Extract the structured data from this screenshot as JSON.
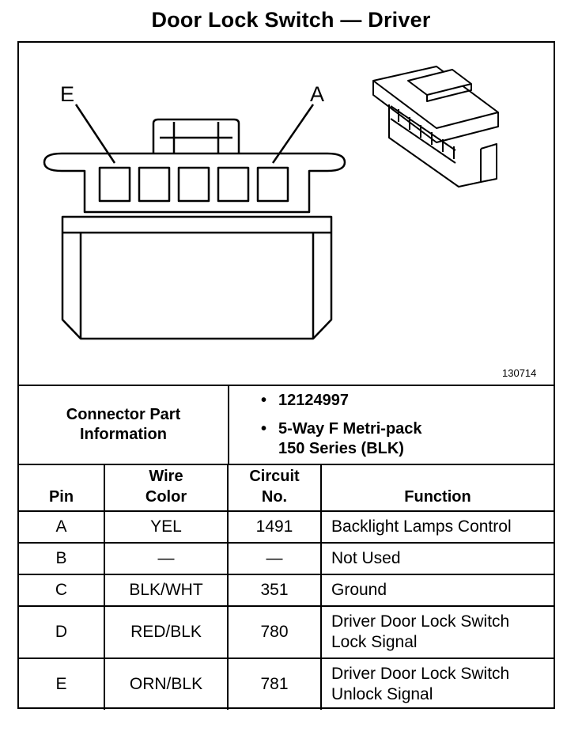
{
  "title": "Door Lock Switch — Driver",
  "diagram": {
    "pin_label_left": "E",
    "pin_label_right": "A",
    "reference_number": "130714"
  },
  "part_info": {
    "label_line1": "Connector Part",
    "label_line2": "Information",
    "bullet": "•",
    "part_number": "12124997",
    "description_line1": "5-Way F Metri-pack",
    "description_line2": "150 Series (BLK)"
  },
  "table": {
    "headers": {
      "pin": "Pin",
      "wire_color_line1": "Wire",
      "wire_color_line2": "Color",
      "circuit_line1": "Circuit",
      "circuit_line2": "No.",
      "function": "Function"
    },
    "rows": [
      {
        "pin": "A",
        "wire_color": "YEL",
        "circuit": "1491",
        "function_line1": "Backlight Lamps Control",
        "function_line2": ""
      },
      {
        "pin": "B",
        "wire_color": "—",
        "circuit": "—",
        "function_line1": "Not Used",
        "function_line2": ""
      },
      {
        "pin": "C",
        "wire_color": "BLK/WHT",
        "circuit": "351",
        "function_line1": "Ground",
        "function_line2": ""
      },
      {
        "pin": "D",
        "wire_color": "RED/BLK",
        "circuit": "780",
        "function_line1": "Driver Door Lock Switch",
        "function_line2": "Lock Signal"
      },
      {
        "pin": "E",
        "wire_color": "ORN/BLK",
        "circuit": "781",
        "function_line1": "Driver Door Lock Switch",
        "function_line2": "Unlock Signal"
      }
    ]
  }
}
